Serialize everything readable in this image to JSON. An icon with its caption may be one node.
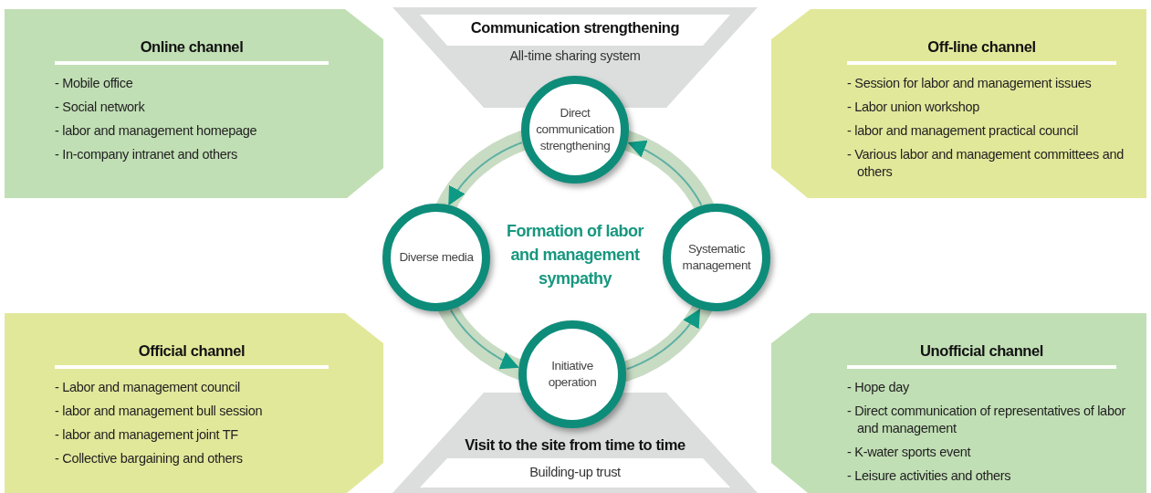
{
  "diagram": {
    "nodes": [
      {
        "text": [
          "Online channel",
          "- Mobile office",
          "- Social network",
          "- labor and management homepage",
          "- In-company intranet and others"
        ]
      },
      {
        "text": [
          "Communication strengthening",
          "All-time sharing system"
        ]
      },
      {
        "text": [
          "Off-line channel",
          "- Session for labor and management issues",
          "- Labor union workshop",
          "- labor and management practical council",
          "- Various labor and management committees and others"
        ]
      },
      {
        "text": [
          "Direct communication strengthening"
        ]
      },
      {
        "text": [
          "Diverse media"
        ]
      },
      {
        "text": [
          "Systematic management"
        ]
      },
      {
        "text": [
          "Initiative operation"
        ]
      },
      {
        "text": [
          "Official channel",
          "- Labor and management council",
          "- labor and management bull session",
          "- labor and management joint TF",
          "- Collective bargaining and others"
        ]
      },
      {
        "text": [
          "Visit to the site from time to time",
          "Building-up trust"
        ]
      },
      {
        "text": [
          "Unofficial channel",
          "- Hope day",
          "- Direct communication of representatives of labor and management",
          "- K-water sports event",
          "- Leisure activities and others"
        ]
      }
    ],
    "edges": [
      {
        "from": 3,
        "to": 4,
        "arrow": "to"
      },
      {
        "from": 4,
        "to": 6,
        "arrow": "to"
      },
      {
        "from": 6,
        "to": 5,
        "arrow": "to"
      },
      {
        "from": 5,
        "to": 3,
        "arrow": "to"
      }
    ],
    "labels": [
      "Formation of labor and management sympathy"
    ]
  }
}
